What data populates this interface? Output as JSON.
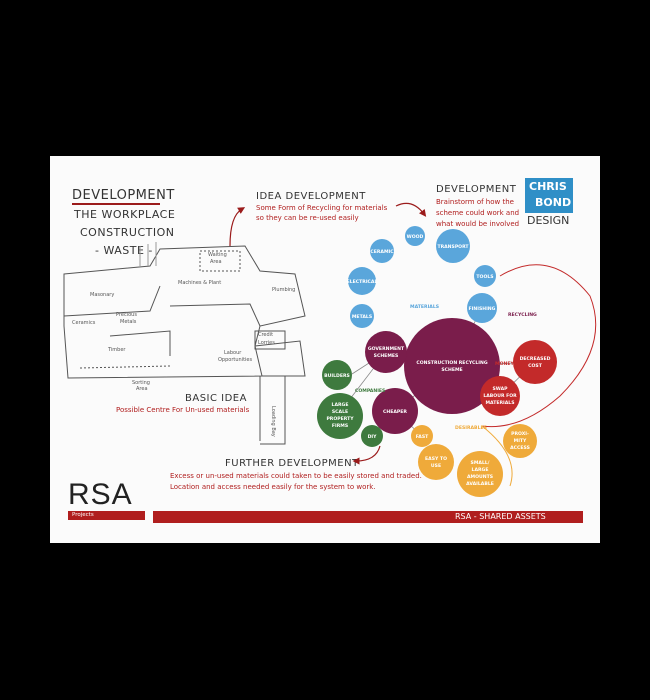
{
  "colors": {
    "maroon": "#7a1d4b",
    "blue": "#5aa6db",
    "green": "#3e7a3e",
    "red": "#c32a2a",
    "orange": "#efaa3a",
    "bar": "#b01e1e",
    "logo_blue": "#2f8fc7"
  },
  "header": {
    "line1": "DEVELOPMENT",
    "line2": "THE WORKPLACE",
    "line3": "CONSTRUCTION",
    "line4": "- WASTE -"
  },
  "idea": {
    "title": "IDEA DEVELOPMENT",
    "text1": "Some Form of Recycling for materials",
    "text2": "so they can be re-used easily"
  },
  "development": {
    "title": "DEVELOPMENT",
    "text1": "Brainstorm of how the",
    "text2": "scheme could work and",
    "text3": "what would be involved"
  },
  "logo": {
    "line1": "CHRIS",
    "line2": "BOND",
    "line3": "DESIGN"
  },
  "basic": {
    "title": "BASIC IDEA",
    "text": "Possible Centre For Un-used materials"
  },
  "further": {
    "title": "FURTHER DEVELOPMENT",
    "text1": "Excess or un-used materials could taken to be easily stored and traded.",
    "text2": "Location and access needed easily for the system to work."
  },
  "rsa": {
    "logo": "RSA",
    "sub": "Projects"
  },
  "footer": {
    "label": "RSA - SHARED ASSETS"
  },
  "floorplan": {
    "masonry": "Masonary",
    "machines": "Machines & Plant",
    "plumbing": "Plumbing",
    "ceramics": "Ceramics",
    "precious": "Precious",
    "metals": "Metals",
    "timber": "Timber",
    "labour": "Labour",
    "opportunities": "Opportunities",
    "waiting": "Waiting",
    "area": "Area",
    "sorting": "Sorting",
    "sorting_area": "Area",
    "credit": "Credit",
    "lorries": "Lorries",
    "loading": "Loading Bay"
  },
  "mindmap": {
    "center": [
      "CONSTRUCTION RECYCLING",
      "SCHEME"
    ],
    "government": [
      "GOVERNMENT",
      "SCHEMES"
    ],
    "cheaper": "CHEAPER",
    "metals": "METALS",
    "electrical": "ELECTRICAL",
    "ceramic": "CERAMIC",
    "wood": "WOOD",
    "transport": "TRANSPORT",
    "tools": "TOOLS",
    "finishing": "FINISHING",
    "builders": "BUILDERS",
    "large": [
      "LARGE",
      "SCALE",
      "PROPERTY",
      "FIRMS"
    ],
    "diy": "DIY",
    "money": "MONEY",
    "decreased": [
      "DECREASED",
      "COST"
    ],
    "swap": [
      "SWAP",
      "LABOUR FOR",
      "MATERIALS"
    ],
    "fast": "FAST",
    "easy": [
      "EASY TO",
      "USE"
    ],
    "proximity": [
      "PROXI-",
      "MITY",
      "ACCESS"
    ],
    "small": [
      "SMALL/",
      "LARGE",
      "AMOUNTS",
      "AVAILABLE"
    ],
    "cat_materials": "MATERIALS",
    "cat_recycling": "RECYCLING",
    "cat_companies": "COMPANIES",
    "cat_desirables": "DESIRABLES"
  }
}
